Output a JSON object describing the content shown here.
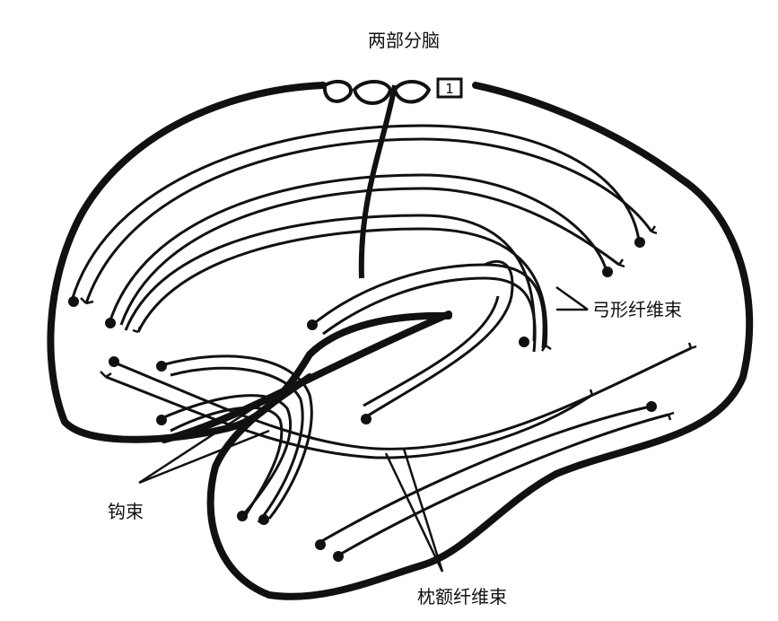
{
  "labels": {
    "top": "两部分脑",
    "box": "1",
    "arcuate": "弓形纤维束",
    "uncinate": "钩束",
    "occipitofrontal": "枕额纤维束"
  },
  "colors": {
    "stroke": "#111111",
    "background": "#ffffff"
  }
}
